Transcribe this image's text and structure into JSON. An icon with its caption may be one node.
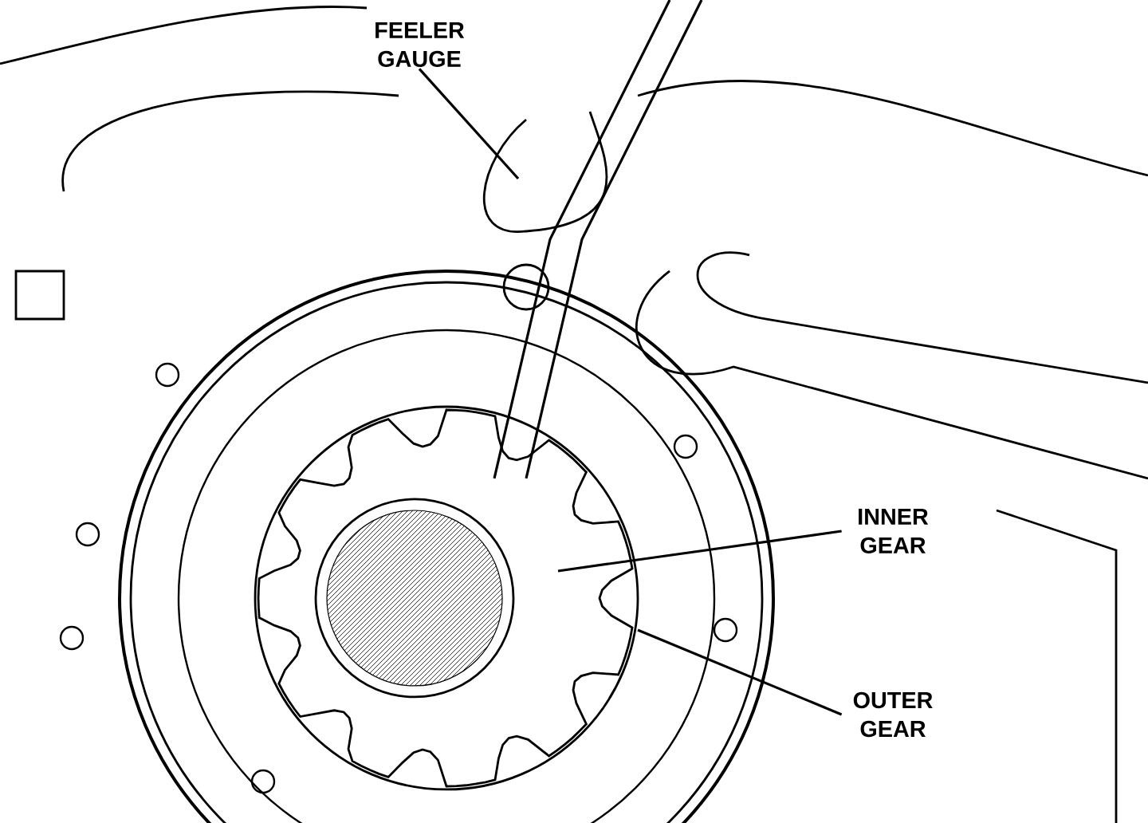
{
  "diagram": {
    "nodes": [
      {
        "text": [
          "FEELER GAUGE"
        ]
      },
      {
        "text": [
          "INNER GEAR"
        ]
      },
      {
        "text": [
          "OUTER GEAR"
        ]
      }
    ],
    "edges": [
      {
        "from": 0,
        "to": null,
        "arrow": "none"
      },
      {
        "from": 1,
        "to": null,
        "arrow": "none"
      },
      {
        "from": 2,
        "to": null,
        "arrow": "none"
      }
    ]
  }
}
